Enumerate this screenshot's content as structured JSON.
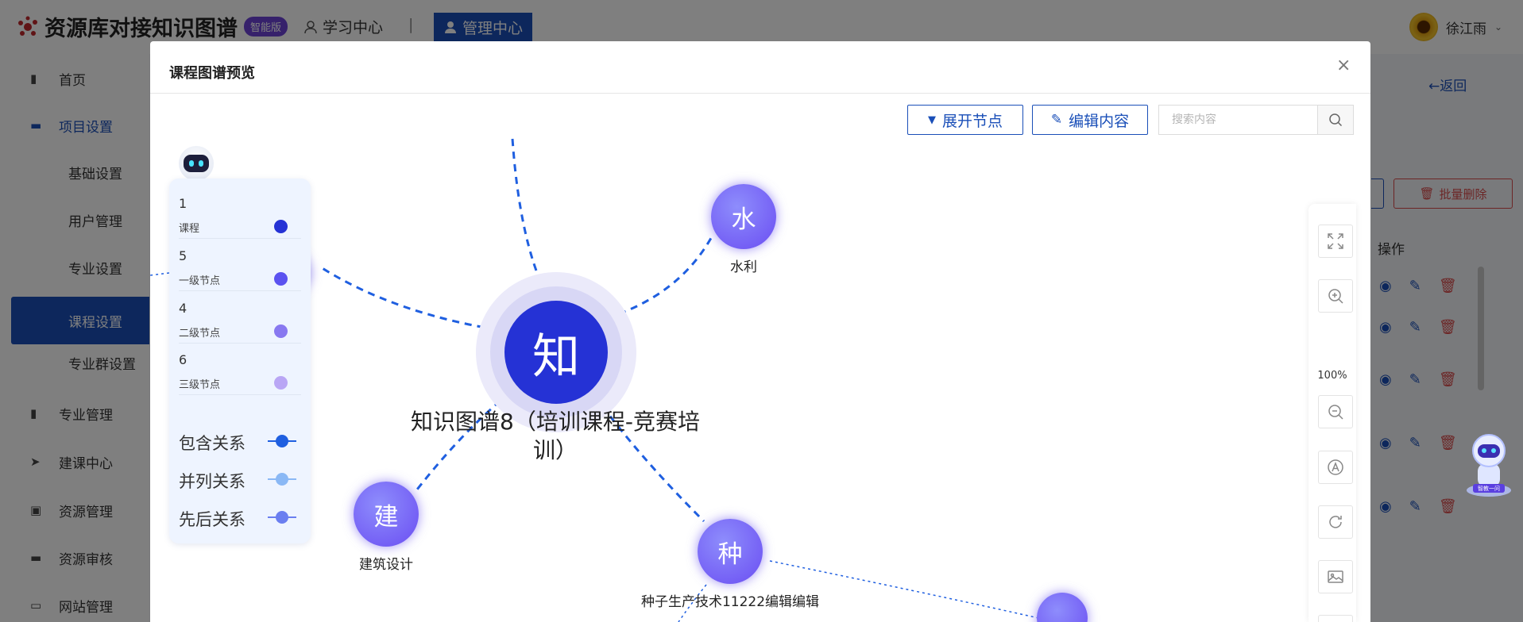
{
  "app": {
    "title": "资源库对接知识图谱",
    "edition_badge": "智能版"
  },
  "topnav": {
    "study": "学习中心",
    "separator": "|",
    "admin": "管理中心"
  },
  "user": {
    "name": "徐江雨"
  },
  "sidebar": {
    "items": [
      {
        "label": "首页",
        "icon": "home-icon"
      },
      {
        "label": "项目设置",
        "icon": "folder-icon"
      },
      {
        "label": "基础设置"
      },
      {
        "label": "用户管理"
      },
      {
        "label": "专业设置"
      },
      {
        "label": "课程设置"
      },
      {
        "label": "专业群设置"
      },
      {
        "label": "专业管理",
        "icon": "book-icon"
      },
      {
        "label": "建课中心",
        "icon": "send-icon"
      },
      {
        "label": "资源管理",
        "icon": "box-icon"
      },
      {
        "label": "资源审核",
        "icon": "folder-check-icon"
      },
      {
        "label": "网站管理",
        "icon": "monitor-icon"
      }
    ]
  },
  "background_page": {
    "back": "←返回",
    "batch_delete": "批量删除",
    "operations_header": "操作"
  },
  "modal": {
    "title": "课程图谱预览",
    "close": "×",
    "toolbar": {
      "expand": "展开节点",
      "edit": "编辑内容",
      "search_placeholder": "搜索内容"
    },
    "zoom_level": "100%"
  },
  "legend": {
    "levels": [
      {
        "count": "1",
        "name": "课程",
        "color": "#2532d5"
      },
      {
        "count": "5",
        "name": "一级节点",
        "color": "#5b52f0"
      },
      {
        "count": "4",
        "name": "二级节点",
        "color": "#8878f0"
      },
      {
        "count": "6",
        "name": "三级节点",
        "color": "#b9a6f5"
      }
    ],
    "relations": [
      {
        "name": "包含关系",
        "color": "#1f5fe0"
      },
      {
        "name": "并列关系",
        "color": "#8ab8f5"
      },
      {
        "name": "先后关系",
        "color": "#6a7ef0"
      }
    ]
  },
  "graph": {
    "center": {
      "glyph": "知",
      "label": "知识图谱8（培训课程-竞赛培训）"
    },
    "nodes": [
      {
        "glyph": "水",
        "label": "水利"
      },
      {
        "glyph": "建",
        "label": "建筑设计"
      },
      {
        "glyph": "种",
        "label": "种子生产技术11222编辑编辑"
      }
    ]
  },
  "widget": {
    "label": "智教一问"
  }
}
